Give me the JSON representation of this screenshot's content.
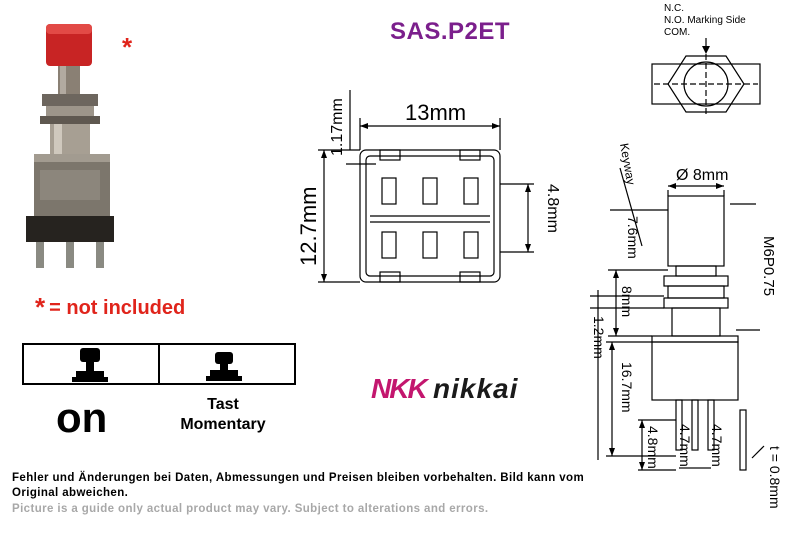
{
  "title": "SAS.P2ET",
  "not_included_star": "*",
  "not_included_text": "= not included",
  "photo_asterisk": "*",
  "modes": {
    "on": "on",
    "tast": "Tast",
    "momentary": "Momentary"
  },
  "brand": {
    "mark": "NKK",
    "name": "nikkai",
    "colors": {
      "mark": "#c3166e",
      "name": "#1a1a1a"
    }
  },
  "top_view": {
    "width_label": "13mm",
    "height_label": "12.7mm",
    "pin_offset_label": "1.17mm",
    "pin_pitch_label": "4.8mm"
  },
  "side_view": {
    "legend": [
      "N.C.",
      "N.O. Marking Side",
      "COM."
    ],
    "diameter_label": "Ø 8mm",
    "keyway_label": "Keyway",
    "thread_label": "M6P0.75",
    "cap_height_label": "7.6mm",
    "bushing_label": "8mm",
    "flange_label": "1.2mm",
    "body_label": "16.7mm",
    "pin_length_label": "4.8mm",
    "pitch_a_label": "4.7mm",
    "pitch_b_label": "4.7mm",
    "thickness_label": "t = 0.8mm"
  },
  "disclaimer": {
    "de": "Fehler und Änderungen bei Daten, Abmessungen und Preisen bleiben vorbehalten. Bild kann vom Original abweichen.",
    "en": "Picture is a guide only actual product may vary. Subject to alterations and errors."
  },
  "colors": {
    "title": "#7b1f8c",
    "accent_red": "#e0241b",
    "disclaimer_en": "#a8a8a8"
  }
}
